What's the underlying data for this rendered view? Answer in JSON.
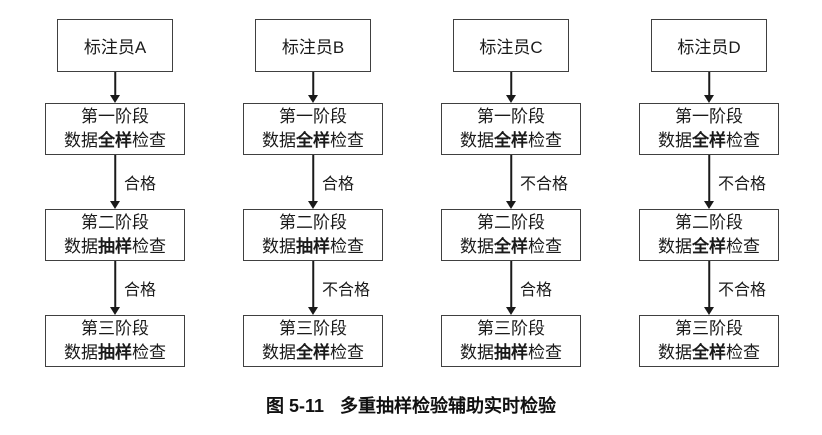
{
  "figure": {
    "caption_prefix": "图 5-11",
    "caption_text": "多重抽样检验辅助实时检验"
  },
  "colors": {
    "background": "#ffffff",
    "box_border": "#404040",
    "arrow": "#1a1a1a",
    "text": "#1a1a1a"
  },
  "columns": [
    {
      "header": "标注员A",
      "stages": [
        {
          "line1": "第一阶段",
          "pre": "数据",
          "bold": "全样",
          "post": "检查"
        },
        {
          "line1": "第二阶段",
          "pre": "数据",
          "bold": "抽样",
          "post": "检查"
        },
        {
          "line1": "第三阶段",
          "pre": "数据",
          "bold": "抽样",
          "post": "检查"
        }
      ],
      "arrow_labels": [
        "合格",
        "合格"
      ]
    },
    {
      "header": "标注员B",
      "stages": [
        {
          "line1": "第一阶段",
          "pre": "数据",
          "bold": "全样",
          "post": "检查"
        },
        {
          "line1": "第二阶段",
          "pre": "数据",
          "bold": "抽样",
          "post": "检查"
        },
        {
          "line1": "第三阶段",
          "pre": "数据",
          "bold": "全样",
          "post": "检查"
        }
      ],
      "arrow_labels": [
        "合格",
        "不合格"
      ]
    },
    {
      "header": "标注员C",
      "stages": [
        {
          "line1": "第一阶段",
          "pre": "数据",
          "bold": "全样",
          "post": "检查"
        },
        {
          "line1": "第二阶段",
          "pre": "数据",
          "bold": "全样",
          "post": "检查"
        },
        {
          "line1": "第三阶段",
          "pre": "数据",
          "bold": "抽样",
          "post": "检查"
        }
      ],
      "arrow_labels": [
        "不合格",
        "合格"
      ]
    },
    {
      "header": "标注员D",
      "stages": [
        {
          "line1": "第一阶段",
          "pre": "数据",
          "bold": "全样",
          "post": "检查"
        },
        {
          "line1": "第二阶段",
          "pre": "数据",
          "bold": "全样",
          "post": "检查"
        },
        {
          "line1": "第三阶段",
          "pre": "数据",
          "bold": "全样",
          "post": "检查"
        }
      ],
      "arrow_labels": [
        "不合格",
        "不合格"
      ]
    }
  ]
}
